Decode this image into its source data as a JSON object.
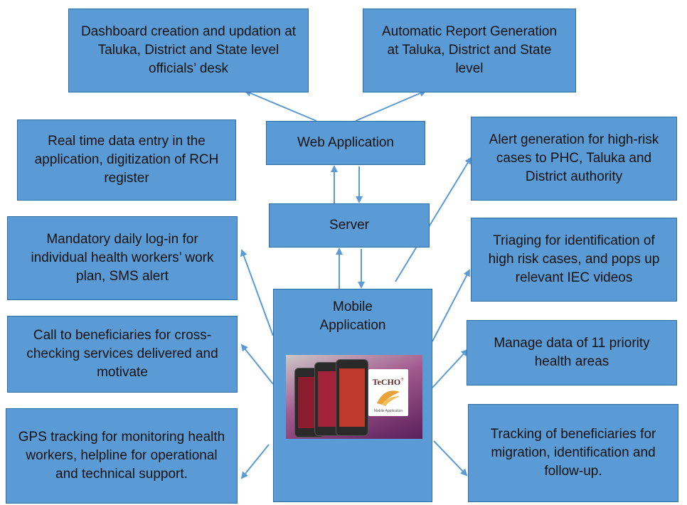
{
  "boxes": {
    "dashboard": "Dashboard creation and updation at Taluka, District and State level officials’ desk",
    "auto_report": "Automatic Report Generation at Taluka, District and State level",
    "web_app": "Web Application",
    "realtime": "Real time data entry in the application, digitization of RCH register",
    "alert": "Alert generation for high-risk cases to PHC, Taluka and District authority",
    "server": "Server",
    "login": "Mandatory daily log-in for individual health workers’ work plan, SMS alert",
    "triage": "Triaging for identification of high risk cases, and pops up relevant IEC videos",
    "mobile_app": "Mobile Application",
    "call": "Call to beneficiaries for cross-checking services delivered and motivate",
    "manage": "Manage data of 11 priority health areas",
    "gps": "GPS tracking for monitoring health workers, helpline for operational and technical support.",
    "tracking": "Tracking of beneficiaries for migration, identification and follow-up."
  },
  "logo": {
    "text": "TeCHO",
    "plus": "+",
    "subtitle": "Mobile Application"
  },
  "colors": {
    "box_fill": "#5b9bd5",
    "box_border": "#2e6da4",
    "arrow": "#5b9bd5"
  }
}
